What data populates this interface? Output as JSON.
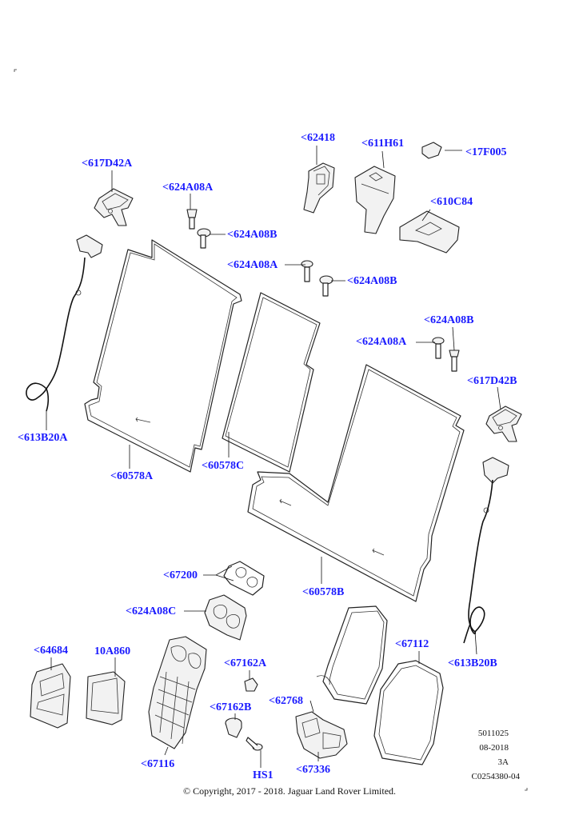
{
  "labels": {
    "l_617D42A": "<617D42A",
    "l_624A08A_1": "<624A08A",
    "l_62418": "<62418",
    "l_611H61": "<611H61",
    "l_17F005": "<17F005",
    "l_610C84": "<610C84",
    "l_624A08B_1": "<624A08B",
    "l_624A08A_2": "<624A08A",
    "l_624A08B_2": "<624A08B",
    "l_624A08B_3": "<624A08B",
    "l_624A08A_3": "<624A08A",
    "l_617D42B": "<617D42B",
    "l_613B20A": "<613B20A",
    "l_60578A": "<60578A",
    "l_60578C": "<60578C",
    "l_60578B": "<60578B",
    "l_613B20B": "<613B20B",
    "l_67200": "<67200",
    "l_624A08C": "<624A08C",
    "l_64684": "<64684",
    "l_10A860": "10A860",
    "l_67162A": "<67162A",
    "l_67162B": "<67162B",
    "l_62768": "<62768",
    "l_67112": "<67112",
    "l_67116": "<67116",
    "l_HS1": "HS1",
    "l_67336": "<67336"
  },
  "meta": {
    "line1": "5011025",
    "line2": "08-2018",
    "line3": "3A",
    "line4": "C0254380-04"
  },
  "copyright": "© Copyright, 2017 - 2018. Jaguar Land Rover Limited."
}
